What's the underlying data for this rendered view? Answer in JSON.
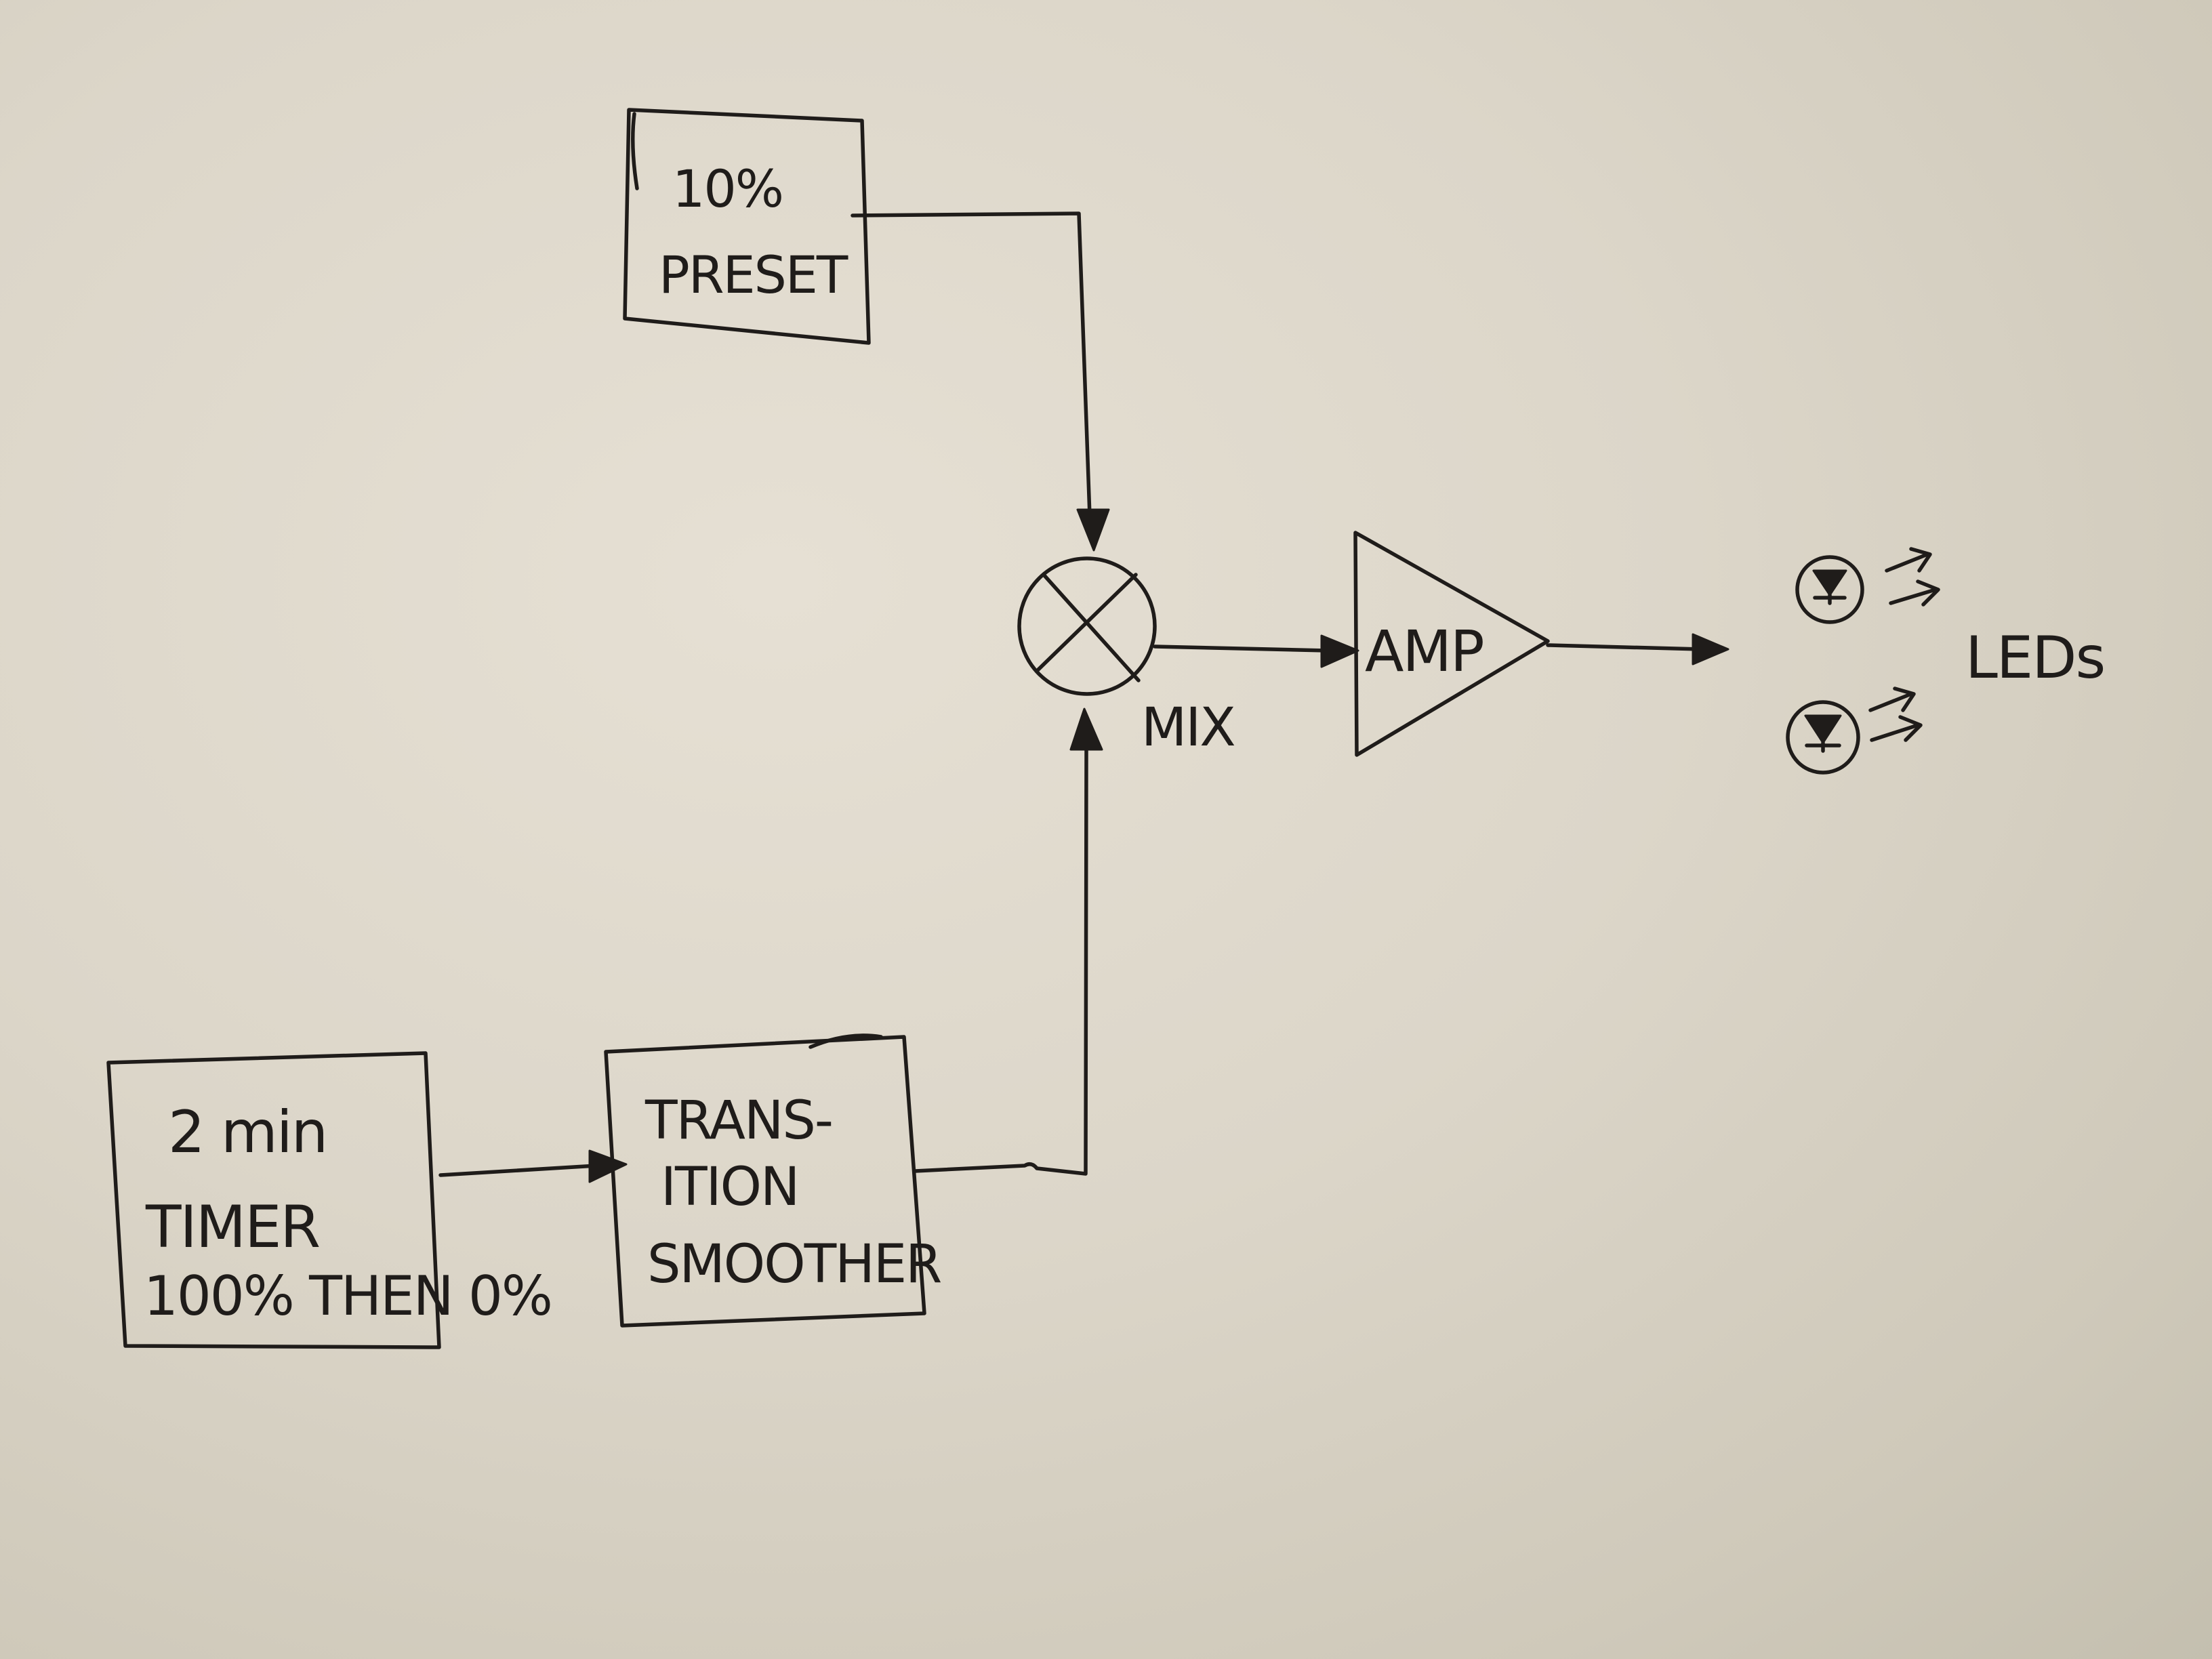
{
  "preset_block": {
    "line1": "10%",
    "line2": "PRESET"
  },
  "timer_block": {
    "line1": "2 min",
    "line2": "TIMER",
    "line3": "100% THEN 0%"
  },
  "smoother_block": {
    "line1": "TRANS-",
    "line2": "ITION",
    "line3": "SMOOTHER"
  },
  "mixer": {
    "label": "MIX"
  },
  "amplifier": {
    "label": "AMP"
  },
  "leds": {
    "label": "LEDs"
  },
  "colors": {
    "ink": "#1f1c1a",
    "paper": "#dcd6c9"
  }
}
